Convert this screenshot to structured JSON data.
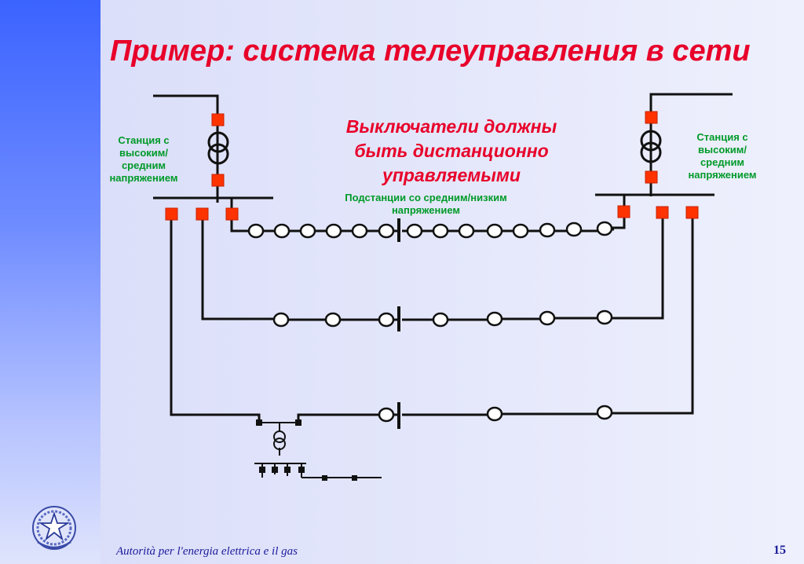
{
  "slide": {
    "title": "Пример: система телеуправления в сети",
    "callout_lines": [
      "Выключатели должны",
      "быть дистанционно",
      "управляемыми"
    ],
    "station_left": [
      "Станция с",
      "высоким/",
      "средним",
      "напряжением"
    ],
    "station_right": [
      "Станция с",
      "высоким/",
      "средним",
      "напряжением"
    ],
    "substations_label": [
      "Подстанции со средним/низким",
      "напряжением"
    ],
    "footer": "Autorità per l'energia elettrica e il gas",
    "page_number": "15"
  },
  "colors": {
    "title": "#e8002a",
    "labels": "#009a28",
    "switch": "#ff3300",
    "line": "#111111",
    "footer": "#1a1a9a",
    "stripe": "#3b63ff"
  },
  "icons": [
    "emblem-icon",
    "transformer-icon",
    "switch-icon",
    "substation-icon"
  ]
}
